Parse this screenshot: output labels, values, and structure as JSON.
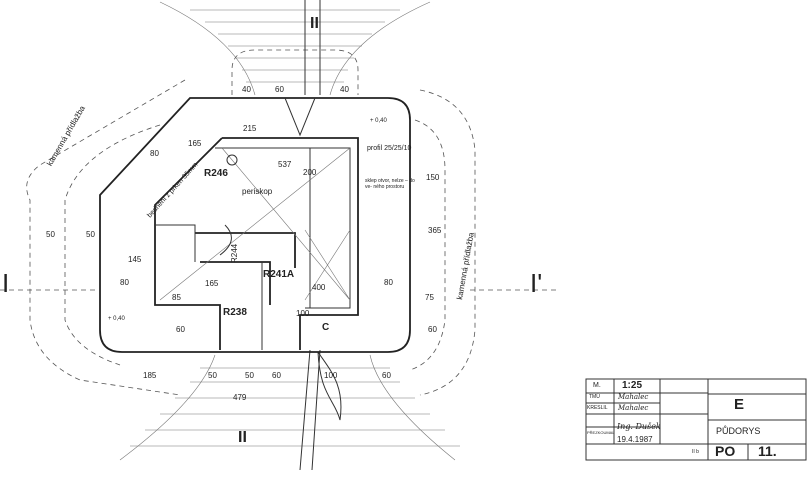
{
  "drawing": {
    "section_marks": {
      "left": "I",
      "right": "I'",
      "top": "II",
      "bottom": "II"
    },
    "rooms": [
      {
        "label": "R246"
      },
      {
        "label": "R241A"
      },
      {
        "label": "R238"
      },
      {
        "label": "R244"
      }
    ],
    "notes": {
      "periskop": "periskop",
      "stone_paving_left": "kamenná přídlažba",
      "stone_paving_right": "kamenná přídlažba",
      "boards": "bednění z prken 35mm",
      "profile": "profil 25/25/10",
      "hatch_note": "sklep otvor, nelze – do ve- ného prostoru",
      "letter_c": "C",
      "level": "+ 0,40",
      "elevation": "537",
      "elevation_sub": "200"
    },
    "dimensions": [
      "40",
      "60",
      "40",
      "215",
      "80",
      "165",
      "145",
      "80",
      "165",
      "85",
      "60",
      "50",
      "150",
      "365",
      "75",
      "50",
      "80",
      "60",
      "185",
      "50",
      "479",
      "100",
      "60",
      "100",
      "400",
      "60",
      "50"
    ]
  },
  "title_block": {
    "scale_label": "M.",
    "scale_value": "1:25",
    "drawn_label": "TMÚ",
    "drawn_value": "Mahalec",
    "drawer_label": "KRESLIL",
    "drawer_value": "Mahalec",
    "checked_label": "PŘEZKOUMAL",
    "checked_value": "Ing. Dušek",
    "date": "19.4.1987",
    "object": "E",
    "sheet_title": "PŮDORYS",
    "sheet_code_prefix": "II b",
    "sheet_code": "PO",
    "sheet_number": "11."
  }
}
